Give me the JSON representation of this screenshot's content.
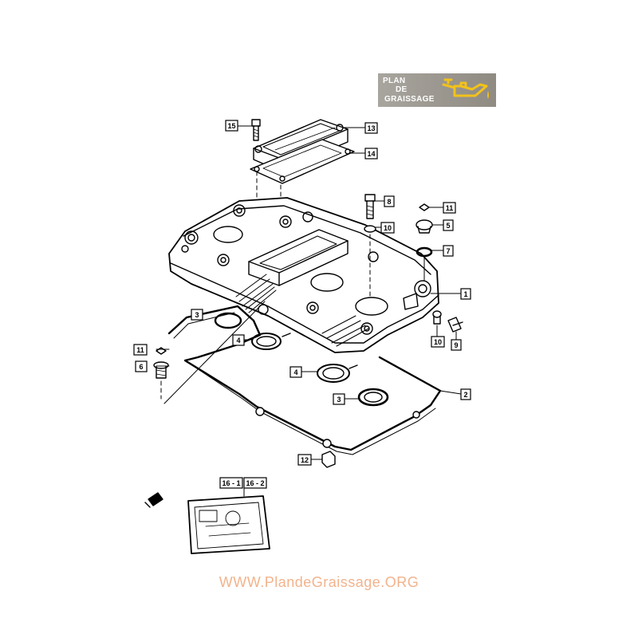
{
  "logo": {
    "line1": "PLAN",
    "line2": "DE",
    "line3": "GRAISSAGE",
    "icon": "oil-can-icon",
    "color": "#9a968f"
  },
  "watermark": {
    "text": "WWW.PlandeGraissage.ORG",
    "color": "#f2b38c"
  },
  "callouts": [
    {
      "id": "15",
      "label": "15"
    },
    {
      "id": "13",
      "label": "13"
    },
    {
      "id": "14",
      "label": "14"
    },
    {
      "id": "8",
      "label": "8"
    },
    {
      "id": "11a",
      "label": "11"
    },
    {
      "id": "10a",
      "label": "10"
    },
    {
      "id": "5",
      "label": "5"
    },
    {
      "id": "7",
      "label": "7"
    },
    {
      "id": "1",
      "label": "1"
    },
    {
      "id": "3a",
      "label": "3"
    },
    {
      "id": "4a",
      "label": "4"
    },
    {
      "id": "11b",
      "label": "11"
    },
    {
      "id": "6",
      "label": "6"
    },
    {
      "id": "10b",
      "label": "10"
    },
    {
      "id": "9",
      "label": "9"
    },
    {
      "id": "4b",
      "label": "4"
    },
    {
      "id": "2",
      "label": "2"
    },
    {
      "id": "3b",
      "label": "3"
    },
    {
      "id": "12",
      "label": "12"
    },
    {
      "id": "16a",
      "label": "16 - 1"
    },
    {
      "id": "16b",
      "label": "16 - 2"
    }
  ]
}
